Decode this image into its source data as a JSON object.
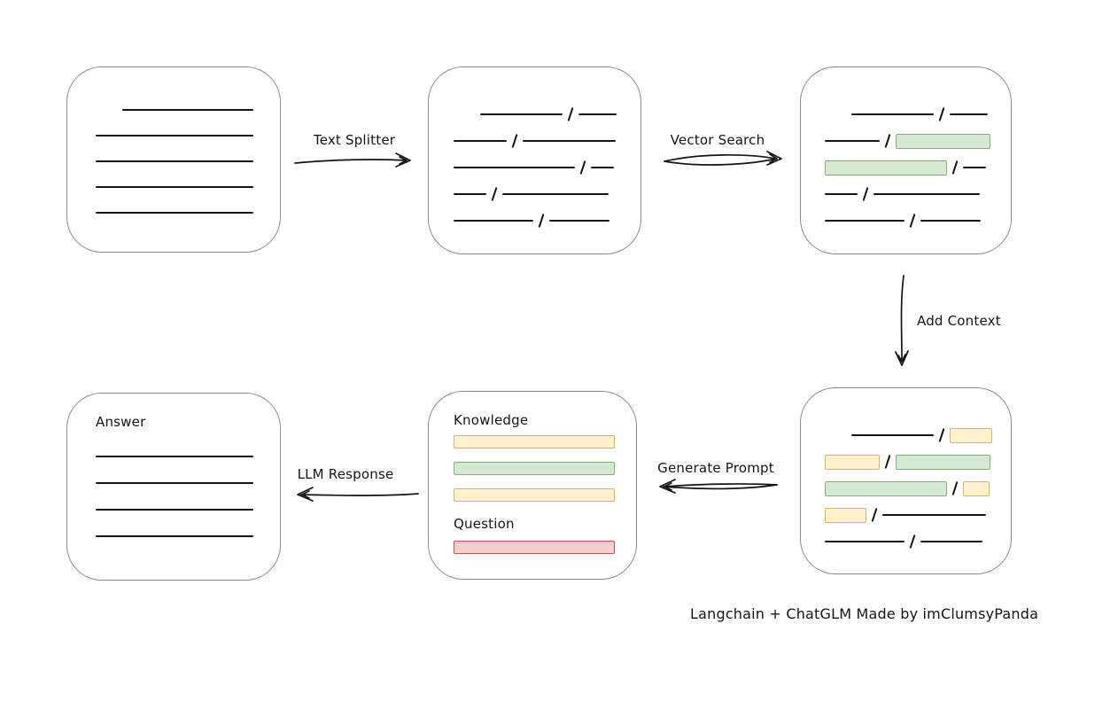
{
  "caption": "Langchain + ChatGLM Made by imClumsyPanda",
  "labels": {
    "text_splitter": "Text Splitter",
    "vector_search": "Vector Search",
    "add_context": "Add Context",
    "generate_prompt": "Generate Prompt",
    "llm_response": "LLM Response",
    "knowledge": "Knowledge",
    "question": "Question",
    "answer": "Answer"
  },
  "colors": {
    "green_fill": "#d5e8d4",
    "green_border": "#82b366",
    "yellow_fill": "#fff2cc",
    "yellow_border": "#d6b656",
    "red_fill": "#f8cecc",
    "red_border": "#b85450",
    "box_border": "#8c8c8c",
    "ink": "#141414"
  },
  "diagram": {
    "boxes": [
      {
        "id": "source-document",
        "rows": [
          {
            "indent": 62,
            "segs": [
              {
                "k": "line",
                "w": 148
              }
            ]
          },
          {
            "indent": 32,
            "segs": [
              {
                "k": "line",
                "w": 178
              }
            ]
          },
          {
            "indent": 32,
            "segs": [
              {
                "k": "line",
                "w": 178
              }
            ]
          },
          {
            "indent": 32,
            "segs": [
              {
                "k": "line",
                "w": 178
              }
            ]
          },
          {
            "indent": 32,
            "segs": [
              {
                "k": "line",
                "w": 178
              }
            ]
          }
        ]
      },
      {
        "id": "split-chunks",
        "rows": [
          {
            "indent": 58,
            "segs": [
              {
                "k": "line",
                "w": 93
              },
              {
                "k": "slash"
              },
              {
                "k": "line",
                "w": 43
              }
            ]
          },
          {
            "indent": 28,
            "segs": [
              {
                "k": "line",
                "w": 60
              },
              {
                "k": "slash"
              },
              {
                "k": "line",
                "w": 105
              }
            ]
          },
          {
            "indent": 28,
            "segs": [
              {
                "k": "line",
                "w": 137
              },
              {
                "k": "slash"
              },
              {
                "k": "line",
                "w": 26
              }
            ]
          },
          {
            "indent": 28,
            "segs": [
              {
                "k": "line",
                "w": 37
              },
              {
                "k": "slash"
              },
              {
                "k": "line",
                "w": 120
              }
            ]
          },
          {
            "indent": 28,
            "segs": [
              {
                "k": "line",
                "w": 90
              },
              {
                "k": "slash"
              },
              {
                "k": "line",
                "w": 68
              }
            ]
          }
        ]
      },
      {
        "id": "matched-chunks",
        "rows": [
          {
            "indent": 57,
            "segs": [
              {
                "k": "line",
                "w": 93
              },
              {
                "k": "slash"
              },
              {
                "k": "line",
                "w": 43
              }
            ]
          },
          {
            "indent": 27,
            "segs": [
              {
                "k": "line",
                "w": 62
              },
              {
                "k": "slash"
              },
              {
                "k": "green",
                "w": 107
              }
            ]
          },
          {
            "indent": 27,
            "segs": [
              {
                "k": "green",
                "w": 138
              },
              {
                "k": "slash"
              },
              {
                "k": "line",
                "w": 26
              }
            ]
          },
          {
            "indent": 27,
            "segs": [
              {
                "k": "line",
                "w": 37
              },
              {
                "k": "slash"
              },
              {
                "k": "line",
                "w": 120
              }
            ]
          },
          {
            "indent": 27,
            "segs": [
              {
                "k": "line",
                "w": 90
              },
              {
                "k": "slash"
              },
              {
                "k": "line",
                "w": 68
              }
            ]
          }
        ]
      },
      {
        "id": "context-chunks",
        "rows": [
          {
            "indent": 57,
            "segs": [
              {
                "k": "line",
                "w": 93
              },
              {
                "k": "slash"
              },
              {
                "k": "yellow",
                "w": 48
              }
            ]
          },
          {
            "indent": 27,
            "segs": [
              {
                "k": "yellow",
                "w": 62
              },
              {
                "k": "slash"
              },
              {
                "k": "green",
                "w": 107
              }
            ]
          },
          {
            "indent": 27,
            "segs": [
              {
                "k": "green",
                "w": 138
              },
              {
                "k": "slash"
              },
              {
                "k": "yellow",
                "w": 30
              }
            ]
          },
          {
            "indent": 27,
            "segs": [
              {
                "k": "yellow",
                "w": 47
              },
              {
                "k": "slash"
              },
              {
                "k": "line",
                "w": 117
              }
            ]
          },
          {
            "indent": 27,
            "segs": [
              {
                "k": "line",
                "w": 90
              },
              {
                "k": "slash"
              },
              {
                "k": "line",
                "w": 70
              }
            ]
          }
        ]
      }
    ],
    "prompt_box": {
      "knowledge_bars": [
        {
          "k": "yellow"
        },
        {
          "k": "green"
        },
        {
          "k": "yellow"
        }
      ],
      "question_bars": [
        {
          "k": "red"
        }
      ]
    },
    "answer_box": {
      "line_count": 4
    }
  }
}
